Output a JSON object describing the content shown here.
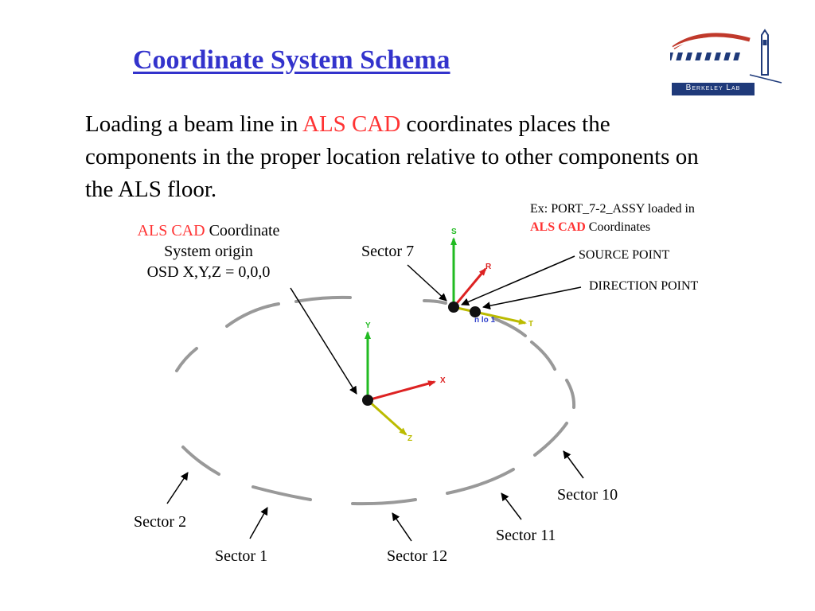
{
  "title": "Coordinate System Schema",
  "intro": {
    "before": "Loading a beam line in ",
    "highlight": "ALS CAD",
    "after": " coordinates places the components in the proper location relative to other components on the ALS floor."
  },
  "origin_label": {
    "highlight": "ALS CAD",
    "line1_rest": " Coordinate",
    "line2": "System origin",
    "line3": "OSD X,Y,Z = 0,0,0"
  },
  "example": {
    "line1": "Ex: PORT_7-2_ASSY loaded in",
    "highlight": "ALS CAD",
    "line2_rest": " Coordinates"
  },
  "points": {
    "source": "SOURCE POINT",
    "direction": "DIRECTION POINT"
  },
  "sectors": {
    "s7": "Sector 7",
    "s10": "Sector 10",
    "s11": "Sector 11",
    "s12": "Sector 12",
    "s1": "Sector 1",
    "s2": "Sector 2"
  },
  "axes": {
    "origin": {
      "y": "Y",
      "x": "X",
      "z": "Z"
    },
    "port": {
      "s": "S",
      "r": "R",
      "t": "T",
      "marks": "n lo 1"
    }
  },
  "logo": {
    "text": "Berkeley Lab"
  },
  "colors": {
    "title": "#3333cc",
    "accent": "#ff3333",
    "axis_y": "#22bb22",
    "axis_x": "#dd2222",
    "axis_z": "#bbbb00",
    "ring": "#999999"
  }
}
